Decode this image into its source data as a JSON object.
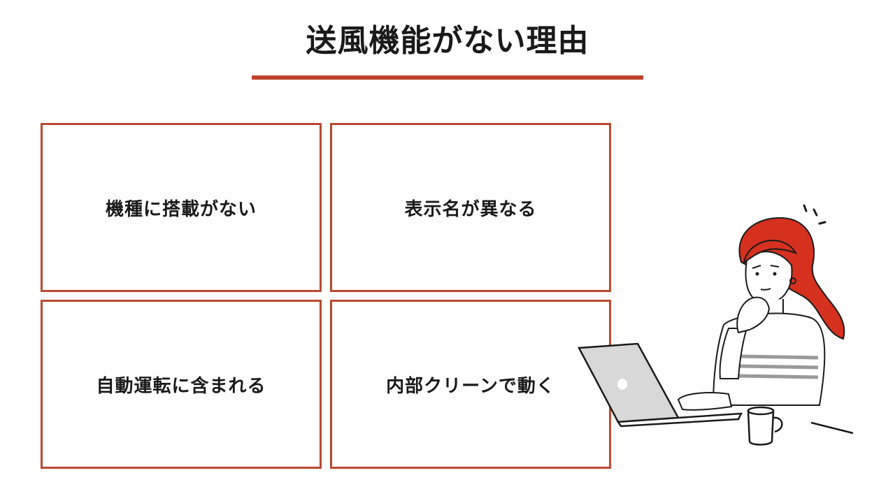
{
  "slide": {
    "title": "送風機能がない理由",
    "accent_color": "#c0432b",
    "border_color": "#b94a30"
  },
  "reasons": [
    {
      "label": "機種に搭載がない"
    },
    {
      "label": "表示名が異なる"
    },
    {
      "label": "自動運転に含まれる"
    },
    {
      "label": "内部クリーンで動く"
    }
  ],
  "illustration": {
    "name": "woman-thinking-at-laptop",
    "hair_color": "#d6311f",
    "laptop_color": "#d8d8d8"
  }
}
